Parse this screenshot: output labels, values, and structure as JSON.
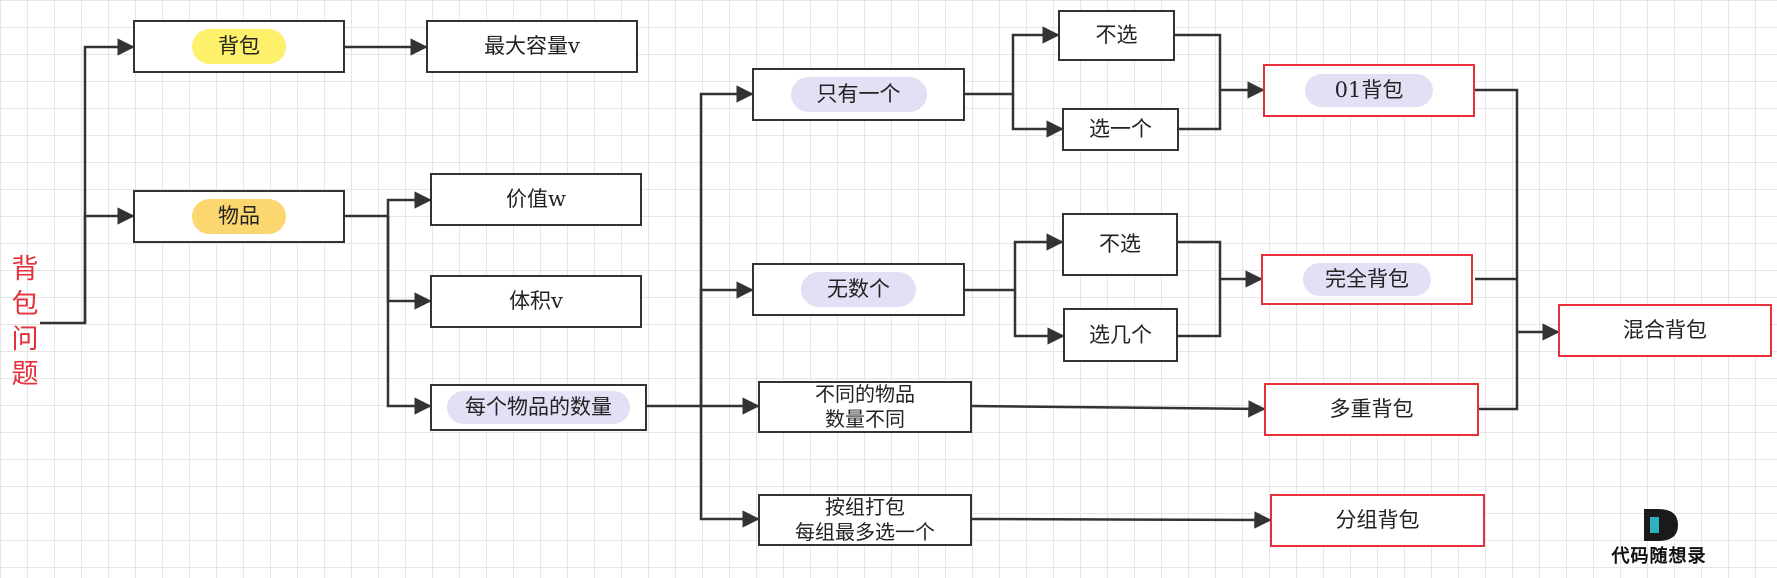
{
  "title_chars": [
    "背",
    "包",
    "问",
    "题"
  ],
  "nodes": {
    "beibao": "背包",
    "max_capacity": "最大容量v",
    "wupin": "物品",
    "value": "价值w",
    "volume": "体积v",
    "count": "每个物品的数量",
    "only_one": "只有一个",
    "infinite": "无数个",
    "diff_line1": "不同的物品",
    "diff_line2": "数量不同",
    "group_line1": "按组打包",
    "group_line2": "每组最多选一个",
    "not_select_1": "不选",
    "select_one": "选一个",
    "not_select_2": "不选",
    "select_several": "选几个",
    "knapsack_01": "01背包",
    "complete": "完全背包",
    "multiple": "多重背包",
    "grouped": "分组背包",
    "mixed": "混合背包"
  },
  "logo": {
    "text": "代码随想录"
  },
  "colors": {
    "accent_red": "#e8303a",
    "highlight_yellow": "#fdf06a",
    "highlight_orange": "#fcd66e",
    "highlight_purple": "#e2e0f4"
  }
}
